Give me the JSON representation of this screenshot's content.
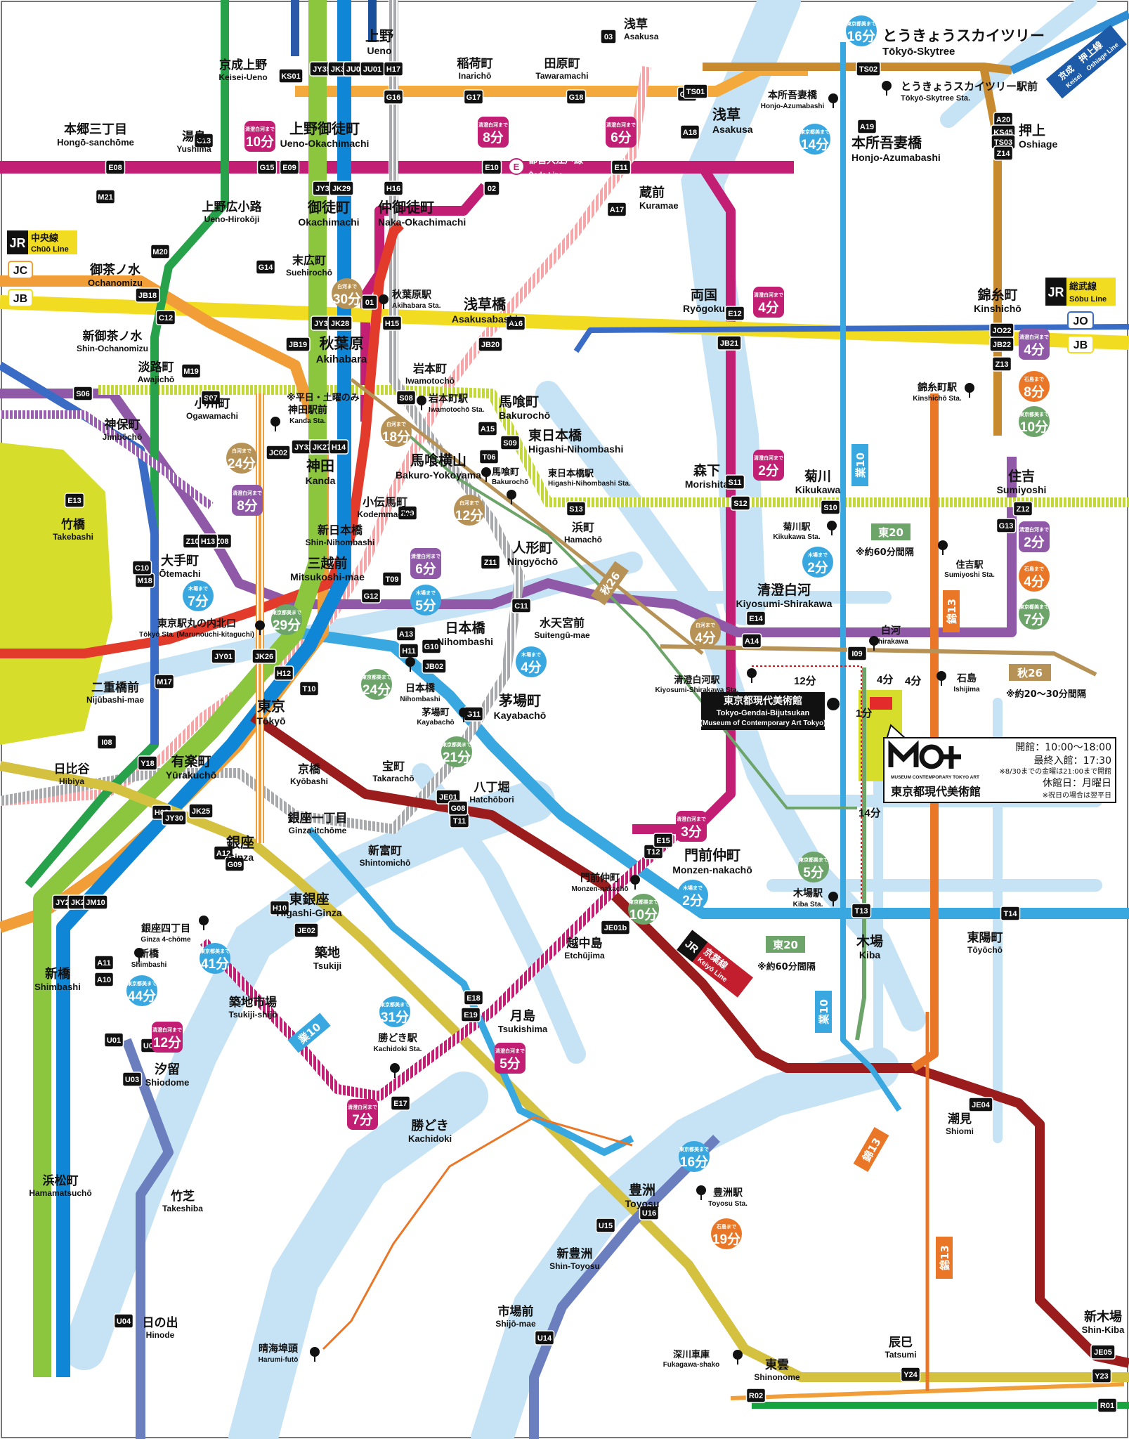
{
  "museum": {
    "name_ja": "東京都現代美術館",
    "name_en": "Tokyo-Gendai-Bijutsukan",
    "name_en2": "(Museum of Contemporary Art Tokyo)",
    "logo_sub": "MUSEUM CONTEMPORARY TOKYO ART",
    "hours": "開館：10:00～18:00",
    "last_entry": "最終入館：17:30",
    "note1": "※8/30までの金曜は21:00まで開館",
    "closed": "休館日：月曜日",
    "note2": "※祝日の場合は翌平日"
  },
  "legend": {
    "jr_chuo": "中央線",
    "jr_chuo_en": "Chūō Line",
    "jr_sobu": "総武線",
    "jr_sobu_en": "Sōbu Line",
    "jr_keiyo": "京葉線",
    "jr_keiyo_en": "Keiyō Line",
    "keisei_oshiage": "押上線",
    "keisei_oshiage_en": "Oshiage Line",
    "keisei": "京成",
    "keisei_en": "Keisei",
    "oedo": "都営大江戸線",
    "oedo_en": "Ōedo Line",
    "jr": "JR",
    "jc": "JC",
    "jb": "JB",
    "jo": "JO",
    "e_mark": "E"
  },
  "stations": [
    {
      "id": "asakusa-top",
      "ja": "浅草",
      "en": "Asakusa"
    },
    {
      "id": "ueno",
      "ja": "上野",
      "en": "Ueno"
    },
    {
      "id": "keisei-ueno",
      "ja": "京成上野",
      "en": "Keisei-Ueno"
    },
    {
      "id": "inaricho",
      "ja": "稲荷町",
      "en": "Inarichō"
    },
    {
      "id": "tawaramachi",
      "ja": "田原町",
      "en": "Tawaramachi"
    },
    {
      "id": "skytree",
      "ja": "とうきょうスカイツリー",
      "en": "Tōkyō-Skytree"
    },
    {
      "id": "skytree-sta",
      "ja": "とうきょうスカイツリー駅前",
      "en": "Tōkyō-Skytree Sta."
    },
    {
      "id": "honjo-stop",
      "ja": "本所吾妻橋",
      "en": "Honjo-Azumabashi"
    },
    {
      "id": "asakusa",
      "ja": "浅草",
      "en": "Asakusa"
    },
    {
      "id": "oshiage",
      "ja": "押上",
      "en": "Oshiage"
    },
    {
      "id": "honjo",
      "ja": "本所吾妻橋",
      "en": "Honjo-Azumabashi"
    },
    {
      "id": "hongo",
      "ja": "本郷三丁目",
      "en": "Hongō-sanchōme"
    },
    {
      "id": "yushima",
      "ja": "湯島",
      "en": "Yushima"
    },
    {
      "id": "ueno-okachi",
      "ja": "上野御徒町",
      "en": "Ueno-Okachimachi"
    },
    {
      "id": "kuramae",
      "ja": "蔵前",
      "en": "Kuramae"
    },
    {
      "id": "ueno-hirokoji",
      "ja": "上野広小路",
      "en": "Ueno-Hirokōji"
    },
    {
      "id": "okachimachi",
      "ja": "御徒町",
      "en": "Okachimachi"
    },
    {
      "id": "naka-okachi",
      "ja": "仲御徒町",
      "en": "Naka-Okachimachi"
    },
    {
      "id": "suehirocho",
      "ja": "末広町",
      "en": "Suehirochō"
    },
    {
      "id": "ochanomizu",
      "ja": "御茶ノ水",
      "en": "Ochanomizu"
    },
    {
      "id": "akihabara-sta",
      "ja": "秋葉原駅",
      "en": "Akihabara Sta."
    },
    {
      "id": "asakusabashi",
      "ja": "浅草橋",
      "en": "Asakusabashi"
    },
    {
      "id": "ryogoku",
      "ja": "両国",
      "en": "Ryōgoku"
    },
    {
      "id": "kinshicho",
      "ja": "錦糸町",
      "en": "Kinshichō"
    },
    {
      "id": "shin-ochanomizu",
      "ja": "新御茶ノ水",
      "en": "Shin-Ochanomizu"
    },
    {
      "id": "akihabara",
      "ja": "秋葉原",
      "en": "Akihabara"
    },
    {
      "id": "awajicho",
      "ja": "淡路町",
      "en": "Awajichō"
    },
    {
      "id": "iwamotocho",
      "ja": "岩本町",
      "en": "Iwamotochō"
    },
    {
      "id": "iwamotocho-sta",
      "ja": "岩本町駅",
      "en": "Iwamotochō Sta."
    },
    {
      "id": "bakurocho",
      "ja": "馬喰町",
      "en": "Bakurochō"
    },
    {
      "id": "kinshicho-sta",
      "ja": "錦糸町駅",
      "en": "Kinshichō Sta."
    },
    {
      "id": "ogawamachi",
      "ja": "小川町",
      "en": "Ogawamachi"
    },
    {
      "id": "jimbocho",
      "ja": "神保町",
      "en": "Jimbōchō"
    },
    {
      "id": "kanda-sta",
      "ja": "神田駅前",
      "en": "Kanda Sta."
    },
    {
      "id": "weekend-note",
      "ja": "※平日・土曜のみ",
      "en": ""
    },
    {
      "id": "higashi-nihombashi",
      "ja": "東日本橋",
      "en": "Higashi-Nihombashi"
    },
    {
      "id": "kanda",
      "ja": "神田",
      "en": "Kanda"
    },
    {
      "id": "bakuro-yokoyama",
      "ja": "馬喰横山",
      "en": "Bakuro-Yokoyama"
    },
    {
      "id": "bakurocho-sm",
      "ja": "馬喰町",
      "en": "Bakurochō"
    },
    {
      "id": "higashi-nihombashi-sta",
      "ja": "東日本橋駅",
      "en": "Higashi-Nihombashi Sta."
    },
    {
      "id": "morishita",
      "ja": "森下",
      "en": "Morishita"
    },
    {
      "id": "kikukawa",
      "ja": "菊川",
      "en": "Kikukawa"
    },
    {
      "id": "sumiyoshi",
      "ja": "住吉",
      "en": "Sumiyoshi"
    },
    {
      "id": "takebashi",
      "ja": "竹橋",
      "en": "Takebashi"
    },
    {
      "id": "kodemmacho",
      "ja": "小伝馬町",
      "en": "Kodemmachō"
    },
    {
      "id": "shin-nihombashi",
      "ja": "新日本橋",
      "en": "Shin-Nihombashi"
    },
    {
      "id": "hamacho",
      "ja": "浜町",
      "en": "Hamachō"
    },
    {
      "id": "kikukawa-sta",
      "ja": "菊川駅",
      "en": "Kikukawa Sta."
    },
    {
      "id": "sumiyoshi-sta",
      "ja": "住吉駅",
      "en": "Sumiyoshi Sta."
    },
    {
      "id": "otemachi",
      "ja": "大手町",
      "en": "Ōtemachi"
    },
    {
      "id": "mitsukoshimae",
      "ja": "三越前",
      "en": "Mitsukoshi-mae"
    },
    {
      "id": "ningyocho",
      "ja": "人形町",
      "en": "Ningyōchō"
    },
    {
      "id": "suitengumae",
      "ja": "水天宮前",
      "en": "Suitengū-mae"
    },
    {
      "id": "kiyosumi",
      "ja": "清澄白河",
      "en": "Kiyosumi-Shirakawa"
    },
    {
      "id": "tokyo-sta-marunouchi",
      "ja": "東京駅丸の内北口",
      "en": "Tōkyō Sta. (Marunouchi-kitaguchi)"
    },
    {
      "id": "nihombashi",
      "ja": "日本橋",
      "en": "Nihombashi"
    },
    {
      "id": "shirakawa",
      "ja": "白河",
      "en": "Shirakawa"
    },
    {
      "id": "nijubashimae",
      "ja": "二重橋前",
      "en": "Nijūbashi-mae"
    },
    {
      "id": "nihombashi-stop",
      "ja": "日本橋",
      "en": "Nihombashi"
    },
    {
      "id": "kayabacho-stop",
      "ja": "茅場町",
      "en": "Kayabachō"
    },
    {
      "id": "kiyosumi-sta",
      "ja": "清澄白河駅",
      "en": "Kiyosumi-Shirakawa Sta."
    },
    {
      "id": "ishijima",
      "ja": "石島",
      "en": "Ishijima"
    },
    {
      "id": "kayabacho",
      "ja": "茅場町",
      "en": "Kayabachō"
    },
    {
      "id": "tokyo",
      "ja": "東京",
      "en": "Tōkyō"
    },
    {
      "id": "kyobashi",
      "ja": "京橋",
      "en": "Kyōbashi"
    },
    {
      "id": "takaracho",
      "ja": "宝町",
      "en": "Takarachō"
    },
    {
      "id": "hatchobori",
      "ja": "八丁堀",
      "en": "Hatchōbori"
    },
    {
      "id": "hibiya",
      "ja": "日比谷",
      "en": "Hibiya"
    },
    {
      "id": "yurakucho",
      "ja": "有楽町",
      "en": "Yūrakuchō"
    },
    {
      "id": "ginza-itchome",
      "ja": "銀座一丁目",
      "en": "Ginza-itchōme"
    },
    {
      "id": "shintomicho",
      "ja": "新富町",
      "en": "Shintomichō"
    },
    {
      "id": "monzen",
      "ja": "門前仲町",
      "en": "Monzen-nakachō"
    },
    {
      "id": "ginza",
      "ja": "銀座",
      "en": "Ginza"
    },
    {
      "id": "higashi-ginza",
      "ja": "東銀座",
      "en": "Higashi-Ginza"
    },
    {
      "id": "monzen-stop",
      "ja": "門前仲町",
      "en": "Monzen-nakachō"
    },
    {
      "id": "kiba-sta",
      "ja": "木場駅",
      "en": "Kiba Sta."
    },
    {
      "id": "kiba",
      "ja": "木場",
      "en": "Kiba"
    },
    {
      "id": "toyocho",
      "ja": "東陽町",
      "en": "Tōyōchō"
    },
    {
      "id": "ginza-4",
      "ja": "銀座四丁目",
      "en": "Ginza 4-chōme"
    },
    {
      "id": "shimbashi-stop",
      "ja": "新橋",
      "en": "Shimbashi"
    },
    {
      "id": "shimbashi",
      "ja": "新橋",
      "en": "Shimbashi"
    },
    {
      "id": "tsukiji",
      "ja": "築地",
      "en": "Tsukiji"
    },
    {
      "id": "etchujima",
      "ja": "越中島",
      "en": "Etchūjima"
    },
    {
      "id": "tsukiji-shijo",
      "ja": "築地市場",
      "en": "Tsukiji-shijō"
    },
    {
      "id": "kachidoki-sta",
      "ja": "勝どき駅",
      "en": "Kachidoki Sta."
    },
    {
      "id": "tsukishima",
      "ja": "月島",
      "en": "Tsukishima"
    },
    {
      "id": "shiodome",
      "ja": "汐留",
      "en": "Shiodome"
    },
    {
      "id": "kachidoki",
      "ja": "勝どき",
      "en": "Kachidoki"
    },
    {
      "id": "shiomi",
      "ja": "潮見",
      "en": "Shiomi"
    },
    {
      "id": "hamamatsucho",
      "ja": "浜松町",
      "en": "Hamamatsuchō"
    },
    {
      "id": "takeshiba",
      "ja": "竹芝",
      "en": "Takeshiba"
    },
    {
      "id": "toyosu",
      "ja": "豊洲",
      "en": "Toyosu"
    },
    {
      "id": "toyosu-sta",
      "ja": "豊洲駅",
      "en": "Toyosu Sta."
    },
    {
      "id": "shin-toyosu",
      "ja": "新豊洲",
      "en": "Shin-Toyosu"
    },
    {
      "id": "hinode",
      "ja": "日の出",
      "en": "Hinode"
    },
    {
      "id": "shijomae",
      "ja": "市場前",
      "en": "Shijō-mae"
    },
    {
      "id": "harumi",
      "ja": "晴海埠頭",
      "en": "Harumi-futō"
    },
    {
      "id": "fukagawa",
      "ja": "深川車庫",
      "en": "Fukagawa-shako"
    },
    {
      "id": "shinonome",
      "ja": "東雲",
      "en": "Shinonome"
    },
    {
      "id": "tatsumi",
      "ja": "辰巳",
      "en": "Tatsumi"
    },
    {
      "id": "shin-kiba",
      "ja": "新木場",
      "en": "Shin-Kiba"
    }
  ],
  "times": [
    {
      "id": "t-skytree-16",
      "label": "東京都美まで",
      "val": "16分",
      "color": "#3aa8e0"
    },
    {
      "id": "t-yushima-10",
      "label": "清澄白河まで",
      "val": "10分",
      "color": "#c21e73"
    },
    {
      "id": "t-e10-8",
      "label": "清澄白河まで",
      "val": "8分",
      "color": "#c21e73"
    },
    {
      "id": "t-e11-6",
      "label": "清澄白河まで",
      "val": "6分",
      "color": "#c21e73"
    },
    {
      "id": "t-honjo-14",
      "label": "東京都美まで",
      "val": "14分",
      "color": "#3aa8e0"
    },
    {
      "id": "t-akiba-30",
      "label": "白河まで",
      "val": "30分",
      "color": "#b79257"
    },
    {
      "id": "t-ryogoku-4",
      "label": "清澄白河まで",
      "val": "4分",
      "color": "#c21e73"
    },
    {
      "id": "t-kinshi-4",
      "label": "清澄白河まで",
      "val": "4分",
      "color": "#8f59a8"
    },
    {
      "id": "t-kinshi-8",
      "label": "石島まで",
      "val": "8分",
      "color": "#ea7727"
    },
    {
      "id": "t-kinshi-10",
      "label": "東京都美まで",
      "val": "10分",
      "color": "#6ca46a"
    },
    {
      "id": "t-kanda-18",
      "label": "白河まで",
      "val": "18分",
      "color": "#b79257"
    },
    {
      "id": "t-kanda-24",
      "label": "白河まで",
      "val": "24分",
      "color": "#b79257"
    },
    {
      "id": "t-jimbo-8",
      "label": "清澄白河まで",
      "val": "8分",
      "color": "#8f59a8"
    },
    {
      "id": "t-higashi-12",
      "label": "白河まで",
      "val": "12分",
      "color": "#b79257"
    },
    {
      "id": "t-morishita-2",
      "label": "清澄白河まで",
      "val": "2分",
      "color": "#c21e73"
    },
    {
      "id": "t-kikukawa-2",
      "label": "木場まで",
      "val": "2分",
      "color": "#3aa8e0"
    },
    {
      "id": "t-sumiyoshi-2",
      "label": "清澄白河まで",
      "val": "2分",
      "color": "#8f59a8"
    },
    {
      "id": "t-sumiyoshi-4",
      "label": "石島まで",
      "val": "4分",
      "color": "#ea7727"
    },
    {
      "id": "t-sumiyoshi-7",
      "label": "東京都美まで",
      "val": "7分",
      "color": "#6ca46a"
    },
    {
      "id": "t-mitsu-6",
      "label": "清澄白河まで",
      "val": "6分",
      "color": "#8f59a8"
    },
    {
      "id": "t-mitsu-5",
      "label": "木場まで",
      "val": "5分",
      "color": "#3aa8e0"
    },
    {
      "id": "t-otemachi-7",
      "label": "木場まで",
      "val": "7分",
      "color": "#3aa8e0"
    },
    {
      "id": "t-tokyo-29",
      "label": "東京都美まで",
      "val": "29分",
      "color": "#6ca46a"
    },
    {
      "id": "t-kiyosumi-4",
      "label": "白河まで",
      "val": "4分",
      "color": "#b79257"
    },
    {
      "id": "t-nihom-24",
      "label": "東京都美まで",
      "val": "24分",
      "color": "#6ca46a"
    },
    {
      "id": "t-kayaba-4",
      "label": "木場まで",
      "val": "4分",
      "color": "#3aa8e0"
    },
    {
      "id": "t-kayaba-21",
      "label": "東京都美まで",
      "val": "21分",
      "color": "#6ca46a"
    },
    {
      "id": "t-monzen-3",
      "label": "清澄白河まで",
      "val": "3分",
      "color": "#c21e73"
    },
    {
      "id": "t-kiba-5",
      "label": "東京都美まで",
      "val": "5分",
      "color": "#6ca46a"
    },
    {
      "id": "t-monzen-10",
      "label": "東京都美まで",
      "val": "10分",
      "color": "#6ca46a"
    },
    {
      "id": "t-monzen-2",
      "label": "木場まで",
      "val": "2分",
      "color": "#3aa8e0"
    },
    {
      "id": "t-ginza-41",
      "label": "東京都美まで",
      "val": "41分",
      "color": "#3aa8e0"
    },
    {
      "id": "t-shimbashi-44",
      "label": "東京都美まで",
      "val": "44分",
      "color": "#3aa8e0"
    },
    {
      "id": "t-kachidoki-31",
      "label": "東京都美まで",
      "val": "31分",
      "color": "#3aa8e0"
    },
    {
      "id": "t-shiodome-12",
      "label": "清澄白河まで",
      "val": "12分",
      "color": "#c21e73"
    },
    {
      "id": "t-tsukishima-5",
      "label": "清澄白河まで",
      "val": "5分",
      "color": "#c21e73"
    },
    {
      "id": "t-kachidoki-7",
      "label": "清澄白河まで",
      "val": "7分",
      "color": "#c21e73"
    },
    {
      "id": "t-toyosu-16",
      "label": "東京都美まで",
      "val": "16分",
      "color": "#3aa8e0"
    },
    {
      "id": "t-toyosu-19",
      "label": "石島まで",
      "val": "19分",
      "color": "#ea7727"
    }
  ],
  "buses": {
    "to20": "東20",
    "to20_note": "※約60分間隔",
    "aki26": "秋26",
    "aki26_note": "※約20～30分間隔",
    "gyo10": "業10",
    "kin13": "錦13"
  },
  "walks": {
    "w12": "12分",
    "w4a": "4分",
    "w4b": "4分",
    "w1": "1分",
    "w14": "14分"
  },
  "codes": [
    "03",
    "KS01",
    "JY35",
    "JK30",
    "JU02",
    "JU01",
    "H17",
    "G16",
    "G17",
    "G18",
    "G19",
    "TS01",
    "TS02",
    "A19",
    "A20",
    "KS45",
    "TS03",
    "Z14",
    "E08",
    "E09",
    "JY34",
    "JK29",
    "H16",
    "E10",
    "02",
    "E11",
    "A18",
    "A17",
    "M21",
    "M20",
    "C13",
    "C12",
    "M19",
    "S07",
    "G15",
    "G14",
    "JB18",
    "JB19",
    "01",
    "JY33",
    "JK28",
    "H15",
    "JB20",
    "A16",
    "E12",
    "JB21",
    "JO22",
    "JB22",
    "Z13",
    "S06",
    "S08",
    "A15",
    "S09",
    "T06",
    "E13",
    "S11",
    "S12",
    "S10",
    "S13",
    "Z12",
    "G13",
    "JC02",
    "JY32",
    "JK27",
    "H14",
    "Z09",
    "G12",
    "T09",
    "Z08",
    "Z10",
    "C11",
    "M18",
    "H13",
    "Z11",
    "E14",
    "A14",
    "I09",
    "C10",
    "M17",
    "JY01",
    "JK26",
    "H12",
    "T10",
    "G11",
    "A13",
    "H11",
    "G10",
    "JB02",
    "JE01",
    "T11",
    "T12",
    "E15",
    "I08",
    "Y18",
    "H08",
    "JY30",
    "JK25",
    "A12",
    "G09",
    "H10",
    "JE02",
    "G08",
    "A11",
    "A10",
    "JY29",
    "JK24",
    "JM10",
    "JE01b",
    "T13",
    "T14",
    "E17",
    "E18",
    "E19",
    "U01",
    "U02",
    "U03",
    "U04",
    "U14",
    "U15",
    "U16",
    "Y24",
    "Y23",
    "R02",
    "R01",
    "JE05",
    "JE04"
  ]
}
